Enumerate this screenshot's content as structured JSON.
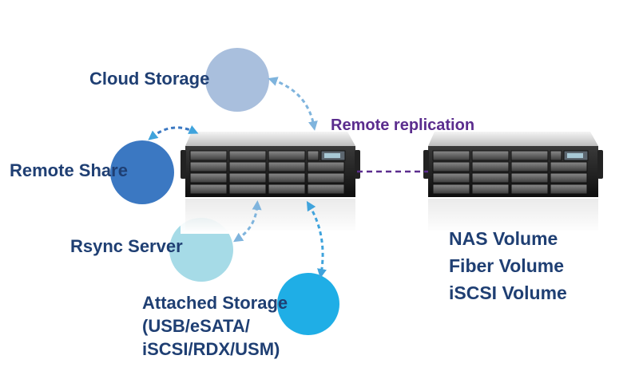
{
  "labels": {
    "cloud_storage": "Cloud Storage",
    "remote_share": "Remote Share",
    "rsync_server": "Rsync Server",
    "attached_storage": [
      "Attached Storage",
      "(USB/eSATA/",
      "iSCSI/RDX/USM)"
    ],
    "remote_replication": "Remote replication",
    "volumes": [
      "NAS Volume",
      "Fiber Volume",
      "iSCSI Volume"
    ]
  },
  "colors": {
    "cloud": "#a9bfdd",
    "remote_share": "#3b78c2",
    "rsync": "#a6dbe7",
    "attached": "#1faee6",
    "text_blue": "#1f3f73",
    "text_purple": "#5b2d8e",
    "arrow": "#7fb4dd",
    "replication_line": "#5b2d8e"
  },
  "icons": [
    "storage-server",
    "storage-server-replica",
    "bidirectional-arrow"
  ]
}
